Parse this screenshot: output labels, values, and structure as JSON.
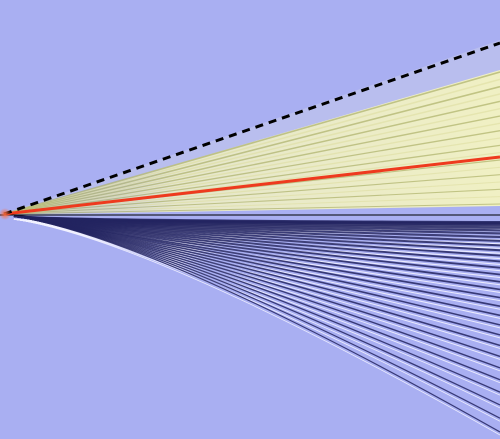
{
  "image": {
    "kind": "wave-field-visualization",
    "palette": {
      "background": "#a9aff2",
      "upper_wedge_light": "#f0f0c4",
      "upper_wedge_mid": "#dcdc9c",
      "upper_wedge_dark": "#9aa04e",
      "lower_fringe_dark": "#232560",
      "lower_fringe_light": "#f2f2ff",
      "red_line": "#ee3a1e",
      "dashed_line": "#000000",
      "horizontal_line": "#000000"
    },
    "features": {
      "upper_band_count": 18,
      "lower_fringe_count": 30,
      "dashed_boundary": true,
      "red_center_line": true,
      "horizontal_reference_line": true
    }
  }
}
